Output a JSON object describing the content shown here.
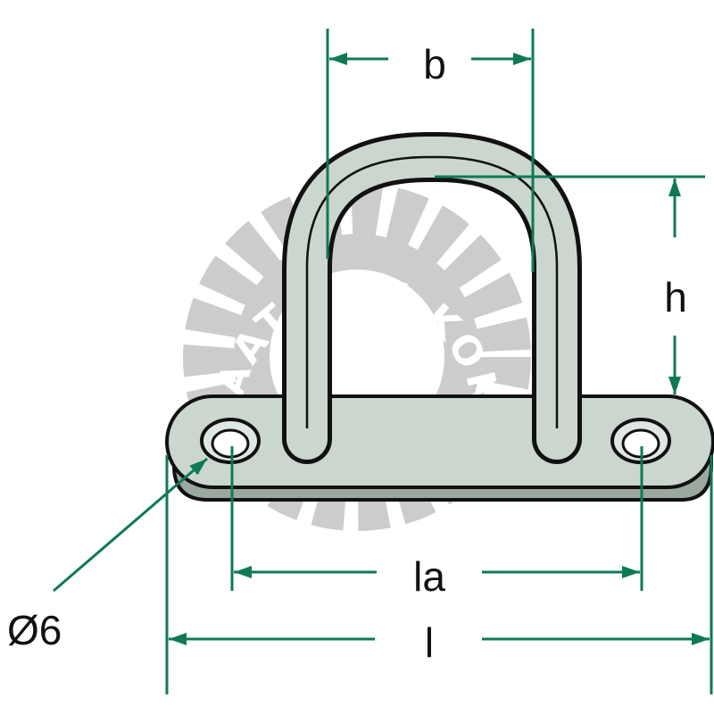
{
  "colors": {
    "dimension": "#0e7a55",
    "outline": "#111111",
    "metal_light": "#cbd6cf",
    "metal_dark": "#9aa8a0",
    "watermark": "#b9b9b9"
  },
  "dimensions": {
    "b": "b",
    "h": "h",
    "la": "la",
    "l": "l",
    "hole": "Ø6"
  },
  "watermark": {
    "text": "MAATILAN KONE"
  }
}
